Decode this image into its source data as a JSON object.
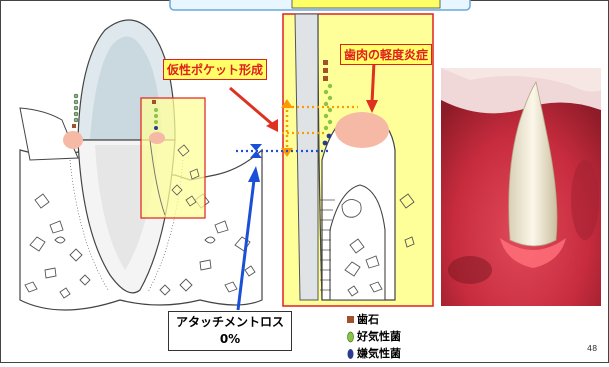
{
  "labels": {
    "pseudo_pocket": "仮性ポケット形成",
    "gingival_inflammation": "歯肉の軽度炎症",
    "attachment_loss_line1": "アタッチメントロス",
    "attachment_loss_line2": "0%"
  },
  "legend": [
    {
      "icon": "square-icon",
      "label": "歯石",
      "color": "#a0522d"
    },
    {
      "icon": "oval-icon",
      "label": "好気性菌",
      "color": "#8bc34a"
    },
    {
      "icon": "oval-icon",
      "label": "嫌気性菌",
      "color": "#2b3a8f"
    }
  ],
  "page_number": "48",
  "colors": {
    "highlight_fill": "#ffff99",
    "highlight_border": "#e02020",
    "inflamed_gum": "#f6b9a6",
    "arrow_blue": "#1a4fd8",
    "arrow_orange": "#ff9900",
    "arrow_red": "#e03020"
  }
}
